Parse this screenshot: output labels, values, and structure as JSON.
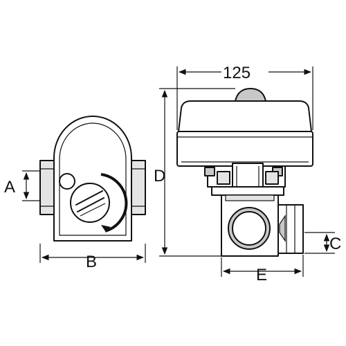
{
  "dimensions": {
    "top_width": "125",
    "a": "A",
    "b": "B",
    "c": "C",
    "d": "D",
    "e": "E"
  }
}
